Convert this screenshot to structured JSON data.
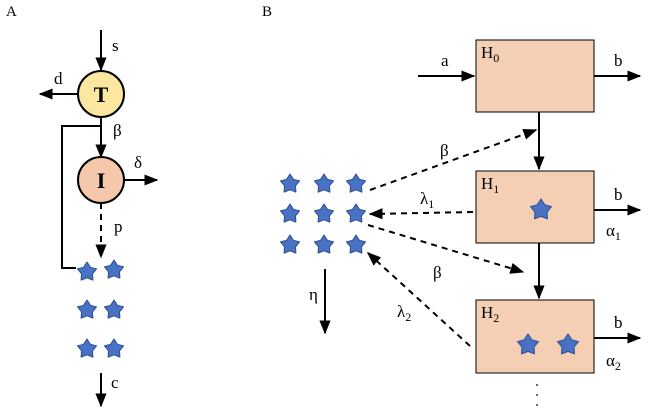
{
  "panels": {
    "a": "A",
    "b": "B"
  },
  "panel_a": {
    "node_t": "T",
    "node_i": "I",
    "edges": {
      "s": "s",
      "d": "d",
      "beta": "β",
      "delta": "δ",
      "p": "p",
      "c": "c"
    },
    "colors": {
      "node_t": "#fce7a0",
      "node_i": "#f5c8ac",
      "star": "#4a72c4",
      "star_stroke": "#2c4e93"
    }
  },
  "panel_b": {
    "boxes": [
      {
        "label": "H",
        "sub": "0",
        "stars": 0
      },
      {
        "label": "H",
        "sub": "1",
        "stars": 1
      },
      {
        "label": "H",
        "sub": "2",
        "stars": 2
      }
    ],
    "edges": {
      "a": "a",
      "b0": "b",
      "b1": "b",
      "alpha1": "α",
      "alpha1_sub": "1",
      "b2": "b",
      "alpha2": "α",
      "alpha2_sub": "2",
      "beta_top": "β",
      "beta_mid": "β",
      "lambda1": "λ",
      "lambda1_sub": "1",
      "lambda2": "λ",
      "lambda2_sub": "2",
      "eta": "η"
    },
    "colors": {
      "box_fill": "#f5cfb4",
      "star": "#4a72c4",
      "star_stroke": "#2c4e93"
    }
  }
}
